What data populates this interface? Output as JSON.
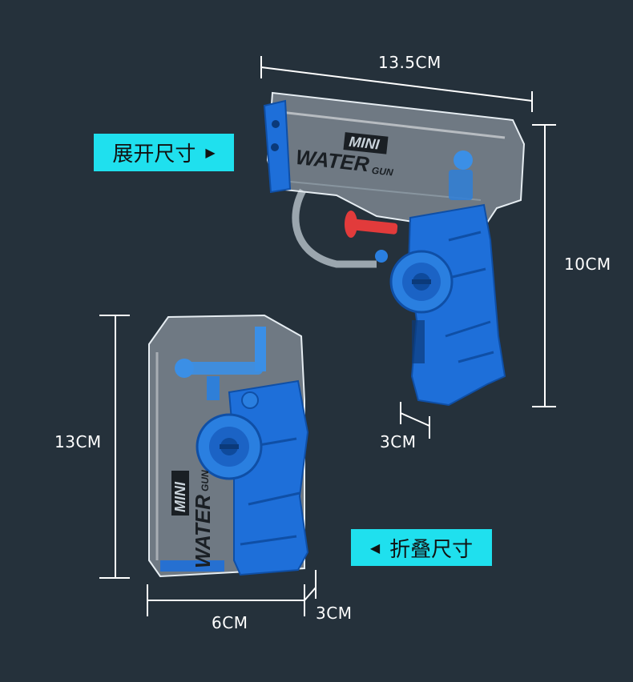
{
  "dimensions": {
    "unfolded_length": "13.5CM",
    "unfolded_height": "10CM",
    "unfolded_thickness": "3CM",
    "folded_height": "13CM",
    "folded_width": "6CM",
    "folded_thickness": "3CM"
  },
  "tags": {
    "unfolded": {
      "label": "展开尺寸",
      "arrow": "▶"
    },
    "folded": {
      "label": "折叠尺寸",
      "arrow": "◀"
    }
  },
  "product_print": {
    "line1": "MINI",
    "line2": "WATER",
    "line3": "GUN"
  },
  "colors": {
    "background": "#25313b",
    "tag": "#1fe0ee",
    "grip_blue": "#1e6fd9",
    "clear_body": "#c9d3db",
    "nozzle_red": "#e23b3b"
  }
}
